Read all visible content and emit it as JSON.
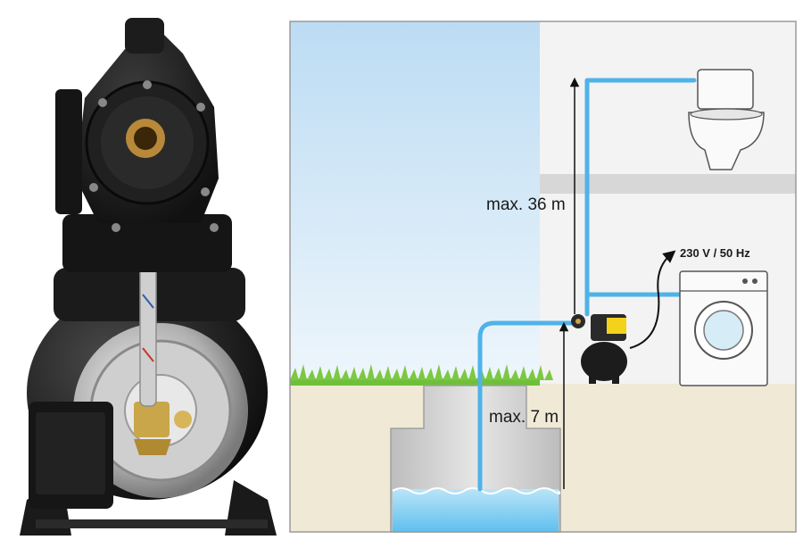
{
  "labels": {
    "max_height": "max. 36 m",
    "max_suction": "max. 7 m",
    "power": "230 V / 50 Hz"
  },
  "colors": {
    "pipe": "#4fb3e8",
    "pump_body": "#1c1c1c",
    "pump_accent": "#f2d21b",
    "water": "#8fd3f5",
    "soil": "#efe9d6",
    "grass": "#6fbf3a",
    "sky": "#d8ebf8",
    "wall": "#f2f2f2"
  }
}
